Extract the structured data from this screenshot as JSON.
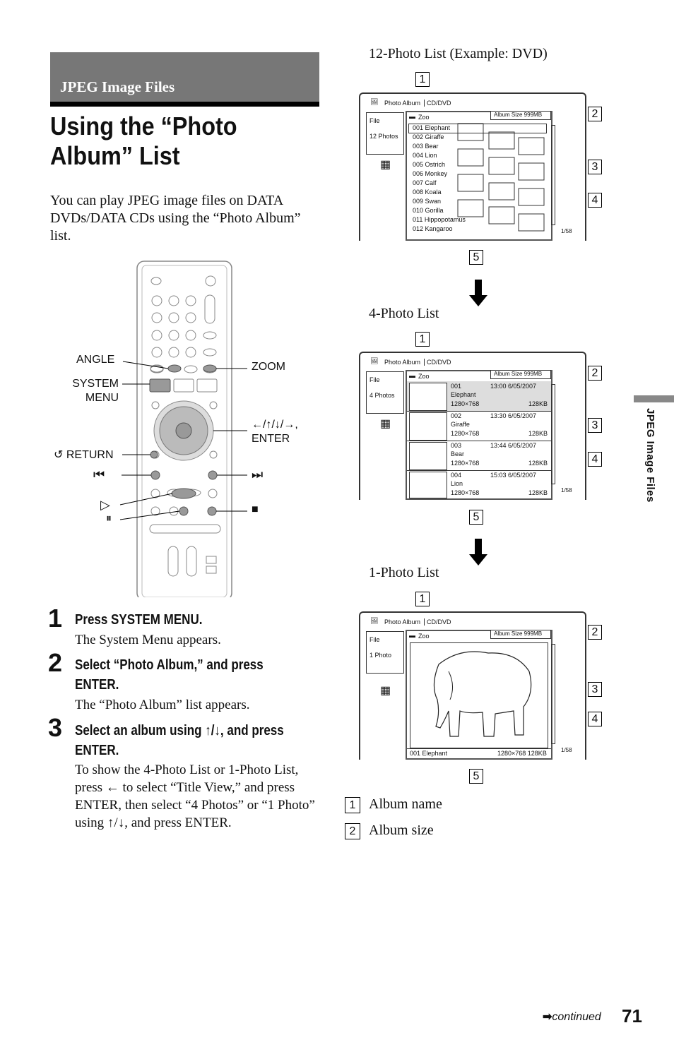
{
  "section_title": "JPEG Image Files",
  "page_title": "Using the “Photo Album” List",
  "intro": "You can play JPEG image files on DATA DVDs/DATA CDs using the “Photo Album” list.",
  "remote_labels": {
    "angle": "ANGLE",
    "system_menu": "SYSTEM MENU",
    "return": "RETURN",
    "zoom": "ZOOM",
    "arrows_enter": "←/↑/↓/→, ENTER",
    "prev": "⏮",
    "next": "⏭",
    "play": "▷",
    "pause": "⏸",
    "stop": "■"
  },
  "steps": [
    {
      "num": "1",
      "head": "Press SYSTEM MENU.",
      "body": "The System Menu appears."
    },
    {
      "num": "2",
      "head": "Select “Photo Album,” and press ENTER.",
      "body": "The “Photo Album” list appears."
    },
    {
      "num": "3",
      "head": "Select an album using ↑/↓, and press ENTER.",
      "body": "To show the 4-Photo List or 1-Photo List, press ← to select “Title View,” and press ENTER, then select “4 Photos” or “1 Photo” using ↑/↓, and press ENTER."
    }
  ],
  "diagrams": {
    "list12": {
      "caption": "12-Photo List (Example: DVD)",
      "header": "Photo Album",
      "source": "CD/DVD",
      "album": "Zoo",
      "album_size": "Album Size 999MB",
      "file_label": "File",
      "count_label": "12 Photos",
      "page": "1/58",
      "items": [
        "001  Elephant",
        "002  Giraffe",
        "003  Bear",
        "004  Lion",
        "005  Ostrich",
        "006  Monkey",
        "007  Calf",
        "008  Koala",
        "009  Swan",
        "010  Gorilla",
        "011  Hippopotamus",
        "012  Kangaroo"
      ]
    },
    "list4": {
      "caption": "4-Photo List",
      "header": "Photo Album",
      "source": "CD/DVD",
      "album": "Zoo",
      "album_size": "Album Size 999MB",
      "file_label": "File",
      "count_label": "4 Photos",
      "page": "1/58",
      "items": [
        {
          "id": "001",
          "name": "Elephant",
          "time": "13:00 6/05/2007",
          "res": "1280×768",
          "size": "128KB"
        },
        {
          "id": "002",
          "name": "Giraffe",
          "time": "13:30 6/05/2007",
          "res": "1280×768",
          "size": "128KB"
        },
        {
          "id": "003",
          "name": "Bear",
          "time": "13:44 6/05/2007",
          "res": "1280×768",
          "size": "128KB"
        },
        {
          "id": "004",
          "name": "Lion",
          "time": "15:03 6/05/2007",
          "res": "1280×768",
          "size": "128KB"
        }
      ]
    },
    "list1": {
      "caption": "1-Photo List",
      "header": "Photo Album",
      "source": "CD/DVD",
      "album": "Zoo",
      "album_size": "Album Size 999MB",
      "file_label": "File",
      "count_label": "1 Photo",
      "page": "1/58",
      "footer_name": "001 Elephant",
      "footer_info": "1280×768  128KB"
    },
    "callout_nums": [
      "1",
      "2",
      "3",
      "4",
      "5"
    ]
  },
  "legend": [
    {
      "num": "1",
      "label": "Album name"
    },
    {
      "num": "2",
      "label": "Album size"
    }
  ],
  "side_label": "JPEG Image Files",
  "continued": "continued",
  "page_number": "71"
}
